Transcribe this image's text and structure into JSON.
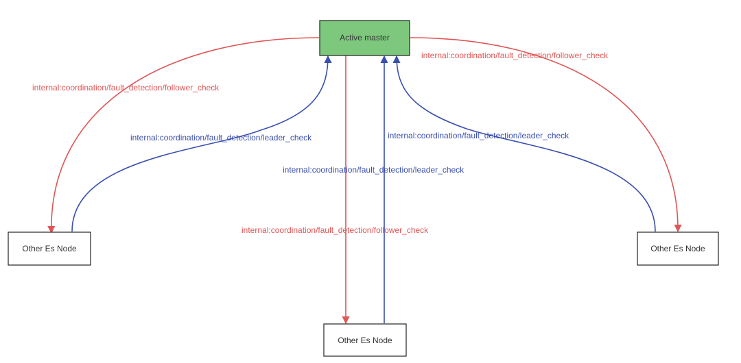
{
  "colors": {
    "follower_edge": "#e05555",
    "leader_edge": "#3a4fae",
    "master_fill": "#7dc87d",
    "node_stroke": "#222222",
    "node_fill": "#ffffff",
    "text": "#333333"
  },
  "nodes": {
    "master": "Active master",
    "left": "Other Es Node",
    "right": "Other Es Node",
    "bottom": "Other Es Node"
  },
  "edges": {
    "follower_left": "internal:coordination/fault_detection/follower_check",
    "follower_right": "internal:coordination/fault_detection/follower_check",
    "follower_bottom": "internal:coordination/fault_detection/follower_check",
    "leader_left": "internal:coordination/fault_detection/leader_check",
    "leader_right": "internal:coordination/fault_detection/leader_check",
    "leader_bottom": "internal:coordination/fault_detection/leader_check"
  }
}
